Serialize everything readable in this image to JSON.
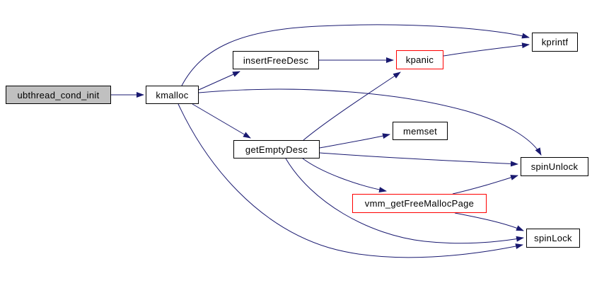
{
  "diagram": {
    "type": "call-graph",
    "description": "Function call graph: ubthread_cond_init and its callees",
    "colors": {
      "edge": "#191970",
      "node_border": "#000000",
      "highlight_border": "#ff0000",
      "root_fill": "#c0c0c0",
      "node_fill": "#ffffff",
      "text": "#000000",
      "background": "#ffffff"
    },
    "nodes": [
      {
        "id": "ubthread_cond_init",
        "label": "ubthread_cond_init",
        "role": "root"
      },
      {
        "id": "kmalloc",
        "label": "kmalloc",
        "role": "normal"
      },
      {
        "id": "insertFreeDesc",
        "label": "insertFreeDesc",
        "role": "normal"
      },
      {
        "id": "kpanic",
        "label": "kpanic",
        "role": "highlighted"
      },
      {
        "id": "kprintf",
        "label": "kprintf",
        "role": "normal"
      },
      {
        "id": "getEmptyDesc",
        "label": "getEmptyDesc",
        "role": "normal"
      },
      {
        "id": "memset",
        "label": "memset",
        "role": "normal"
      },
      {
        "id": "spinUnlock",
        "label": "spinUnlock",
        "role": "normal"
      },
      {
        "id": "vmm_getFreeMallocPage",
        "label": "vmm_getFreeMallocPage",
        "role": "highlighted"
      },
      {
        "id": "spinLock",
        "label": "spinLock",
        "role": "normal"
      }
    ],
    "edges": [
      {
        "from": "ubthread_cond_init",
        "to": "kmalloc"
      },
      {
        "from": "kmalloc",
        "to": "kprintf"
      },
      {
        "from": "kmalloc",
        "to": "insertFreeDesc"
      },
      {
        "from": "kmalloc",
        "to": "getEmptyDesc"
      },
      {
        "from": "kmalloc",
        "to": "spinUnlock"
      },
      {
        "from": "kmalloc",
        "to": "spinLock"
      },
      {
        "from": "insertFreeDesc",
        "to": "kpanic"
      },
      {
        "from": "kpanic",
        "to": "kprintf"
      },
      {
        "from": "getEmptyDesc",
        "to": "kpanic"
      },
      {
        "from": "getEmptyDesc",
        "to": "memset"
      },
      {
        "from": "getEmptyDesc",
        "to": "spinUnlock"
      },
      {
        "from": "getEmptyDesc",
        "to": "vmm_getFreeMallocPage"
      },
      {
        "from": "getEmptyDesc",
        "to": "spinLock"
      },
      {
        "from": "vmm_getFreeMallocPage",
        "to": "spinUnlock"
      },
      {
        "from": "vmm_getFreeMallocPage",
        "to": "spinLock"
      }
    ]
  }
}
